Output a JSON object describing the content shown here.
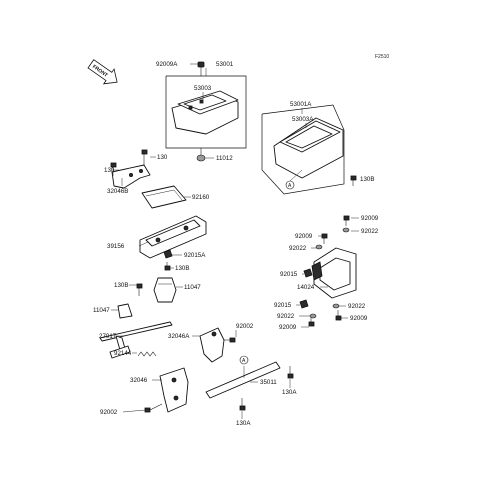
{
  "diagram": {
    "ref_code": "F2510",
    "front_marker": "FRONT",
    "callout_marker": "A",
    "labels": {
      "p92009A": "92009A",
      "p53001": "53001",
      "p53003": "53003",
      "p11012": "11012",
      "p53001A": "53001A",
      "p53003A": "53003A",
      "p130B_1": "130B",
      "p130_1": "130",
      "p130_2": "130",
      "p32046B": "32046B",
      "p92160": "92160",
      "p39156": "39156",
      "p92015A": "92015A",
      "p130B_2": "130B",
      "p130B_3": "130B",
      "p11047_1": "11047",
      "p11047_2": "11047",
      "p27017": "27017",
      "p32046A": "32046A",
      "p92002_1": "92002",
      "p92144": "92144",
      "p32046": "32046",
      "p35011": "35011",
      "p130A_1": "130A",
      "p130A_2": "130A",
      "p92002_2": "92002",
      "p92009_1": "92009",
      "p92009_2": "92009",
      "p92022_1": "92022",
      "p92022_2": "92022",
      "p92015_1": "92015",
      "p14024": "14024",
      "p92015_2": "92015",
      "p92022_3": "92022",
      "p92022_4": "92022",
      "p92009_3": "92009",
      "p92009_4": "92009"
    }
  }
}
